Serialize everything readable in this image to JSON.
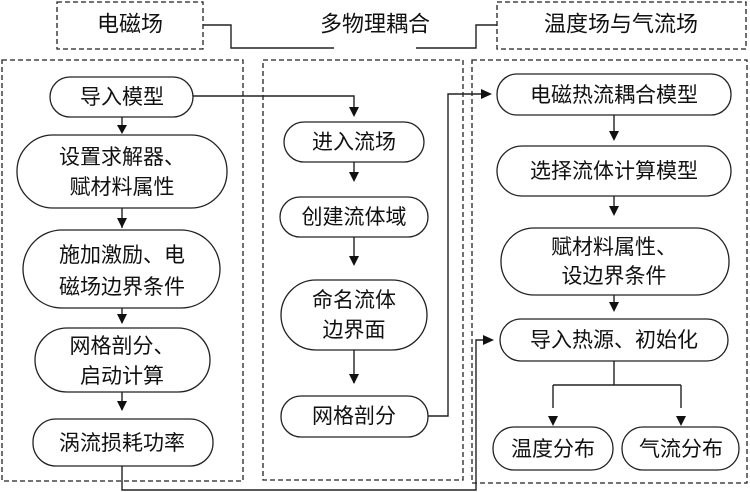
{
  "header": {
    "left_title": "电磁场",
    "center_title": "多物理耦合",
    "right_title": "温度场与气流场"
  },
  "columns": {
    "electromagnetic": {
      "steps": [
        {
          "id": "import-model",
          "lines": [
            "导入模型"
          ]
        },
        {
          "id": "set-solver",
          "lines": [
            "设置求解器、",
            "赋材料属性"
          ]
        },
        {
          "id": "apply-excitation",
          "lines": [
            "施加激励、电",
            "磁场边界条件"
          ]
        },
        {
          "id": "mesh-start",
          "lines": [
            "网格剖分、",
            "启动计算"
          ]
        },
        {
          "id": "eddy-loss",
          "lines": [
            "涡流损耗功率"
          ]
        }
      ]
    },
    "coupling": {
      "steps": [
        {
          "id": "enter-flow",
          "lines": [
            "进入流场"
          ]
        },
        {
          "id": "create-fluid-domain",
          "lines": [
            "创建流体域"
          ]
        },
        {
          "id": "name-fluid-boundary",
          "lines": [
            "命名流体",
            "边界面"
          ]
        },
        {
          "id": "mesh",
          "lines": [
            "网格剖分"
          ]
        }
      ]
    },
    "thermal_flow": {
      "steps": [
        {
          "id": "coupled-model",
          "lines": [
            "电磁热流耦合模型"
          ]
        },
        {
          "id": "select-fluid-model",
          "lines": [
            "选择流体计算模型"
          ]
        },
        {
          "id": "assign-material-boundary",
          "lines": [
            "赋材料属性、",
            "设边界条件"
          ]
        },
        {
          "id": "import-heat-init",
          "lines": [
            "导入热源、初始化"
          ]
        },
        {
          "id": "temperature-distribution",
          "lines": [
            "温度分布"
          ]
        },
        {
          "id": "airflow-distribution",
          "lines": [
            "气流分布"
          ]
        }
      ]
    }
  },
  "connections": [
    {
      "from": "import-model",
      "to": "set-solver"
    },
    {
      "from": "set-solver",
      "to": "apply-excitation"
    },
    {
      "from": "apply-excitation",
      "to": "mesh-start"
    },
    {
      "from": "mesh-start",
      "to": "eddy-loss"
    },
    {
      "from": "import-model",
      "to": "enter-flow"
    },
    {
      "from": "enter-flow",
      "to": "create-fluid-domain"
    },
    {
      "from": "create-fluid-domain",
      "to": "name-fluid-boundary"
    },
    {
      "from": "name-fluid-boundary",
      "to": "mesh"
    },
    {
      "from": "mesh",
      "to": "coupled-model"
    },
    {
      "from": "coupled-model",
      "to": "select-fluid-model"
    },
    {
      "from": "select-fluid-model",
      "to": "assign-material-boundary"
    },
    {
      "from": "assign-material-boundary",
      "to": "import-heat-init"
    },
    {
      "from": "eddy-loss",
      "to": "import-heat-init"
    },
    {
      "from": "import-heat-init",
      "to": "temperature-distribution"
    },
    {
      "from": "import-heat-init",
      "to": "airflow-distribution"
    }
  ]
}
